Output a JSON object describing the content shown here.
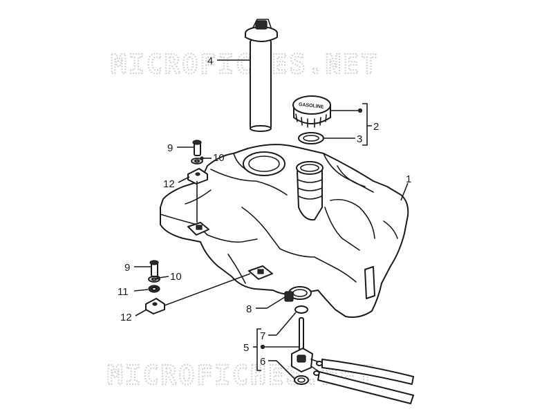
{
  "watermark": {
    "text": "MICROFICHES.NET"
  },
  "fuel_cap": {
    "label": "GASOLINE"
  },
  "callouts": [
    {
      "id": "c1",
      "label": "1"
    },
    {
      "id": "c2",
      "label": "2"
    },
    {
      "id": "c3",
      "label": "3"
    },
    {
      "id": "c4",
      "label": "4"
    },
    {
      "id": "c5",
      "label": "5"
    },
    {
      "id": "c6",
      "label": "6"
    },
    {
      "id": "c7",
      "label": "7"
    },
    {
      "id": "c8",
      "label": "8"
    },
    {
      "id": "c9a",
      "label": "9"
    },
    {
      "id": "c10a",
      "label": "10"
    },
    {
      "id": "c12a",
      "label": "12"
    },
    {
      "id": "c9b",
      "label": "9"
    },
    {
      "id": "c10b",
      "label": "10"
    },
    {
      "id": "c11",
      "label": "11"
    },
    {
      "id": "c12b",
      "label": "12"
    }
  ]
}
